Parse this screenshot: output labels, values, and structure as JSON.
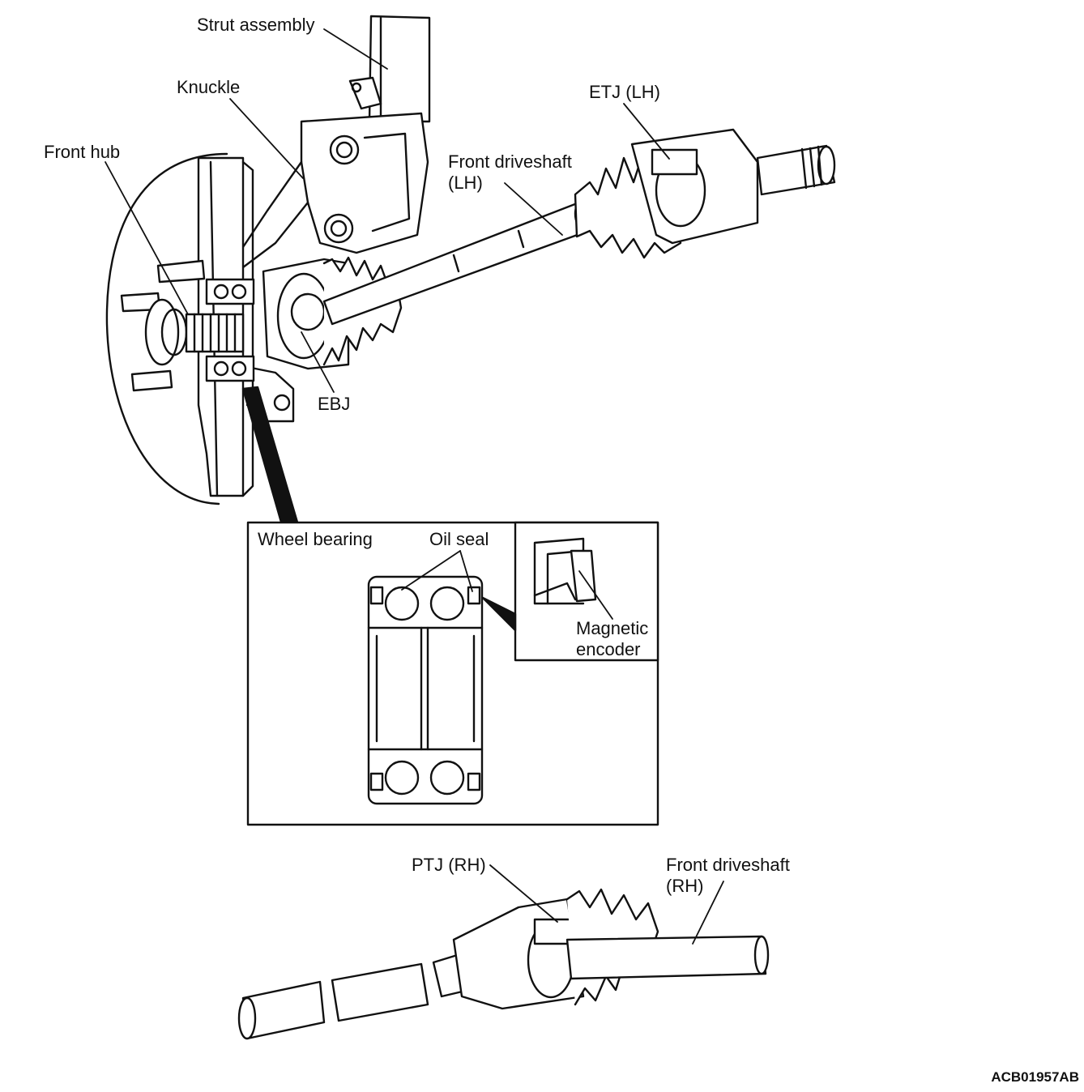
{
  "labels": {
    "strut_assembly": "Strut assembly",
    "knuckle": "Knuckle",
    "front_hub": "Front hub",
    "etj_lh": "ETJ (LH)",
    "front_driveshaft_lh_1": "Front driveshaft",
    "front_driveshaft_lh_2": "(LH)",
    "ebj": "EBJ",
    "wheel_bearing": "Wheel bearing",
    "oil_seal": "Oil seal",
    "magnetic_encoder_1": "Magnetic",
    "magnetic_encoder_2": "encoder",
    "ptj_rh": "PTJ (RH)",
    "front_driveshaft_rh_1": "Front driveshaft",
    "front_driveshaft_rh_2": "(RH)"
  },
  "figure_code": "ACB01957AB",
  "colors": {
    "ink": "#111111",
    "paper": "#ffffff"
  }
}
